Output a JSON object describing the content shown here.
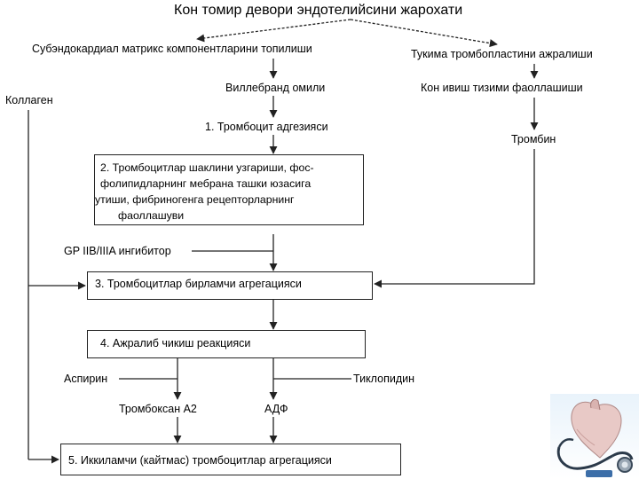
{
  "title": "Кон томир девори эндотелийсини жарохати",
  "nodes": {
    "matrix": "Субэндокардиал матрикс компонентларини топилиши",
    "thromboplastin": "Тукима тромбопластини ажралиши",
    "willebrand": "Виллебранд омили",
    "external_coagulation": "Кон ивиш тизими фаоллашиши",
    "collagen": "Коллаген",
    "adhesion": "1. Тромбоцит адгезияси",
    "thrombin": "Тромбин",
    "shape_change": [
      "2. Тромбоцитлар шаклини узгариши, фос-",
      "фолипидларнинг мебрана ташки юзасига",
      "утиши, фибриногенга рецепторларнинг",
      "фаоллашуви"
    ],
    "gp_inhibitor": "GP IIB/IIIA ингибитор",
    "primary_aggregation": "3. Тромбоцитлар бирламчи агрегацияси",
    "release_reaction": "4. Ажралиб чикиш реакцияси",
    "aspirin": "Аспирин",
    "ticlopidine": "Тиклопидин",
    "thromboxane": "Тромбоксан А2",
    "adp": "АДФ",
    "secondary_aggregation": "5. Иккиламчи (кайтмас) тромбоцитлар агрегацияси"
  },
  "colors": {
    "line": "#222222",
    "box_border": "#222222",
    "background": "#ffffff"
  },
  "illustration_icon": "heart-stethoscope-icon"
}
